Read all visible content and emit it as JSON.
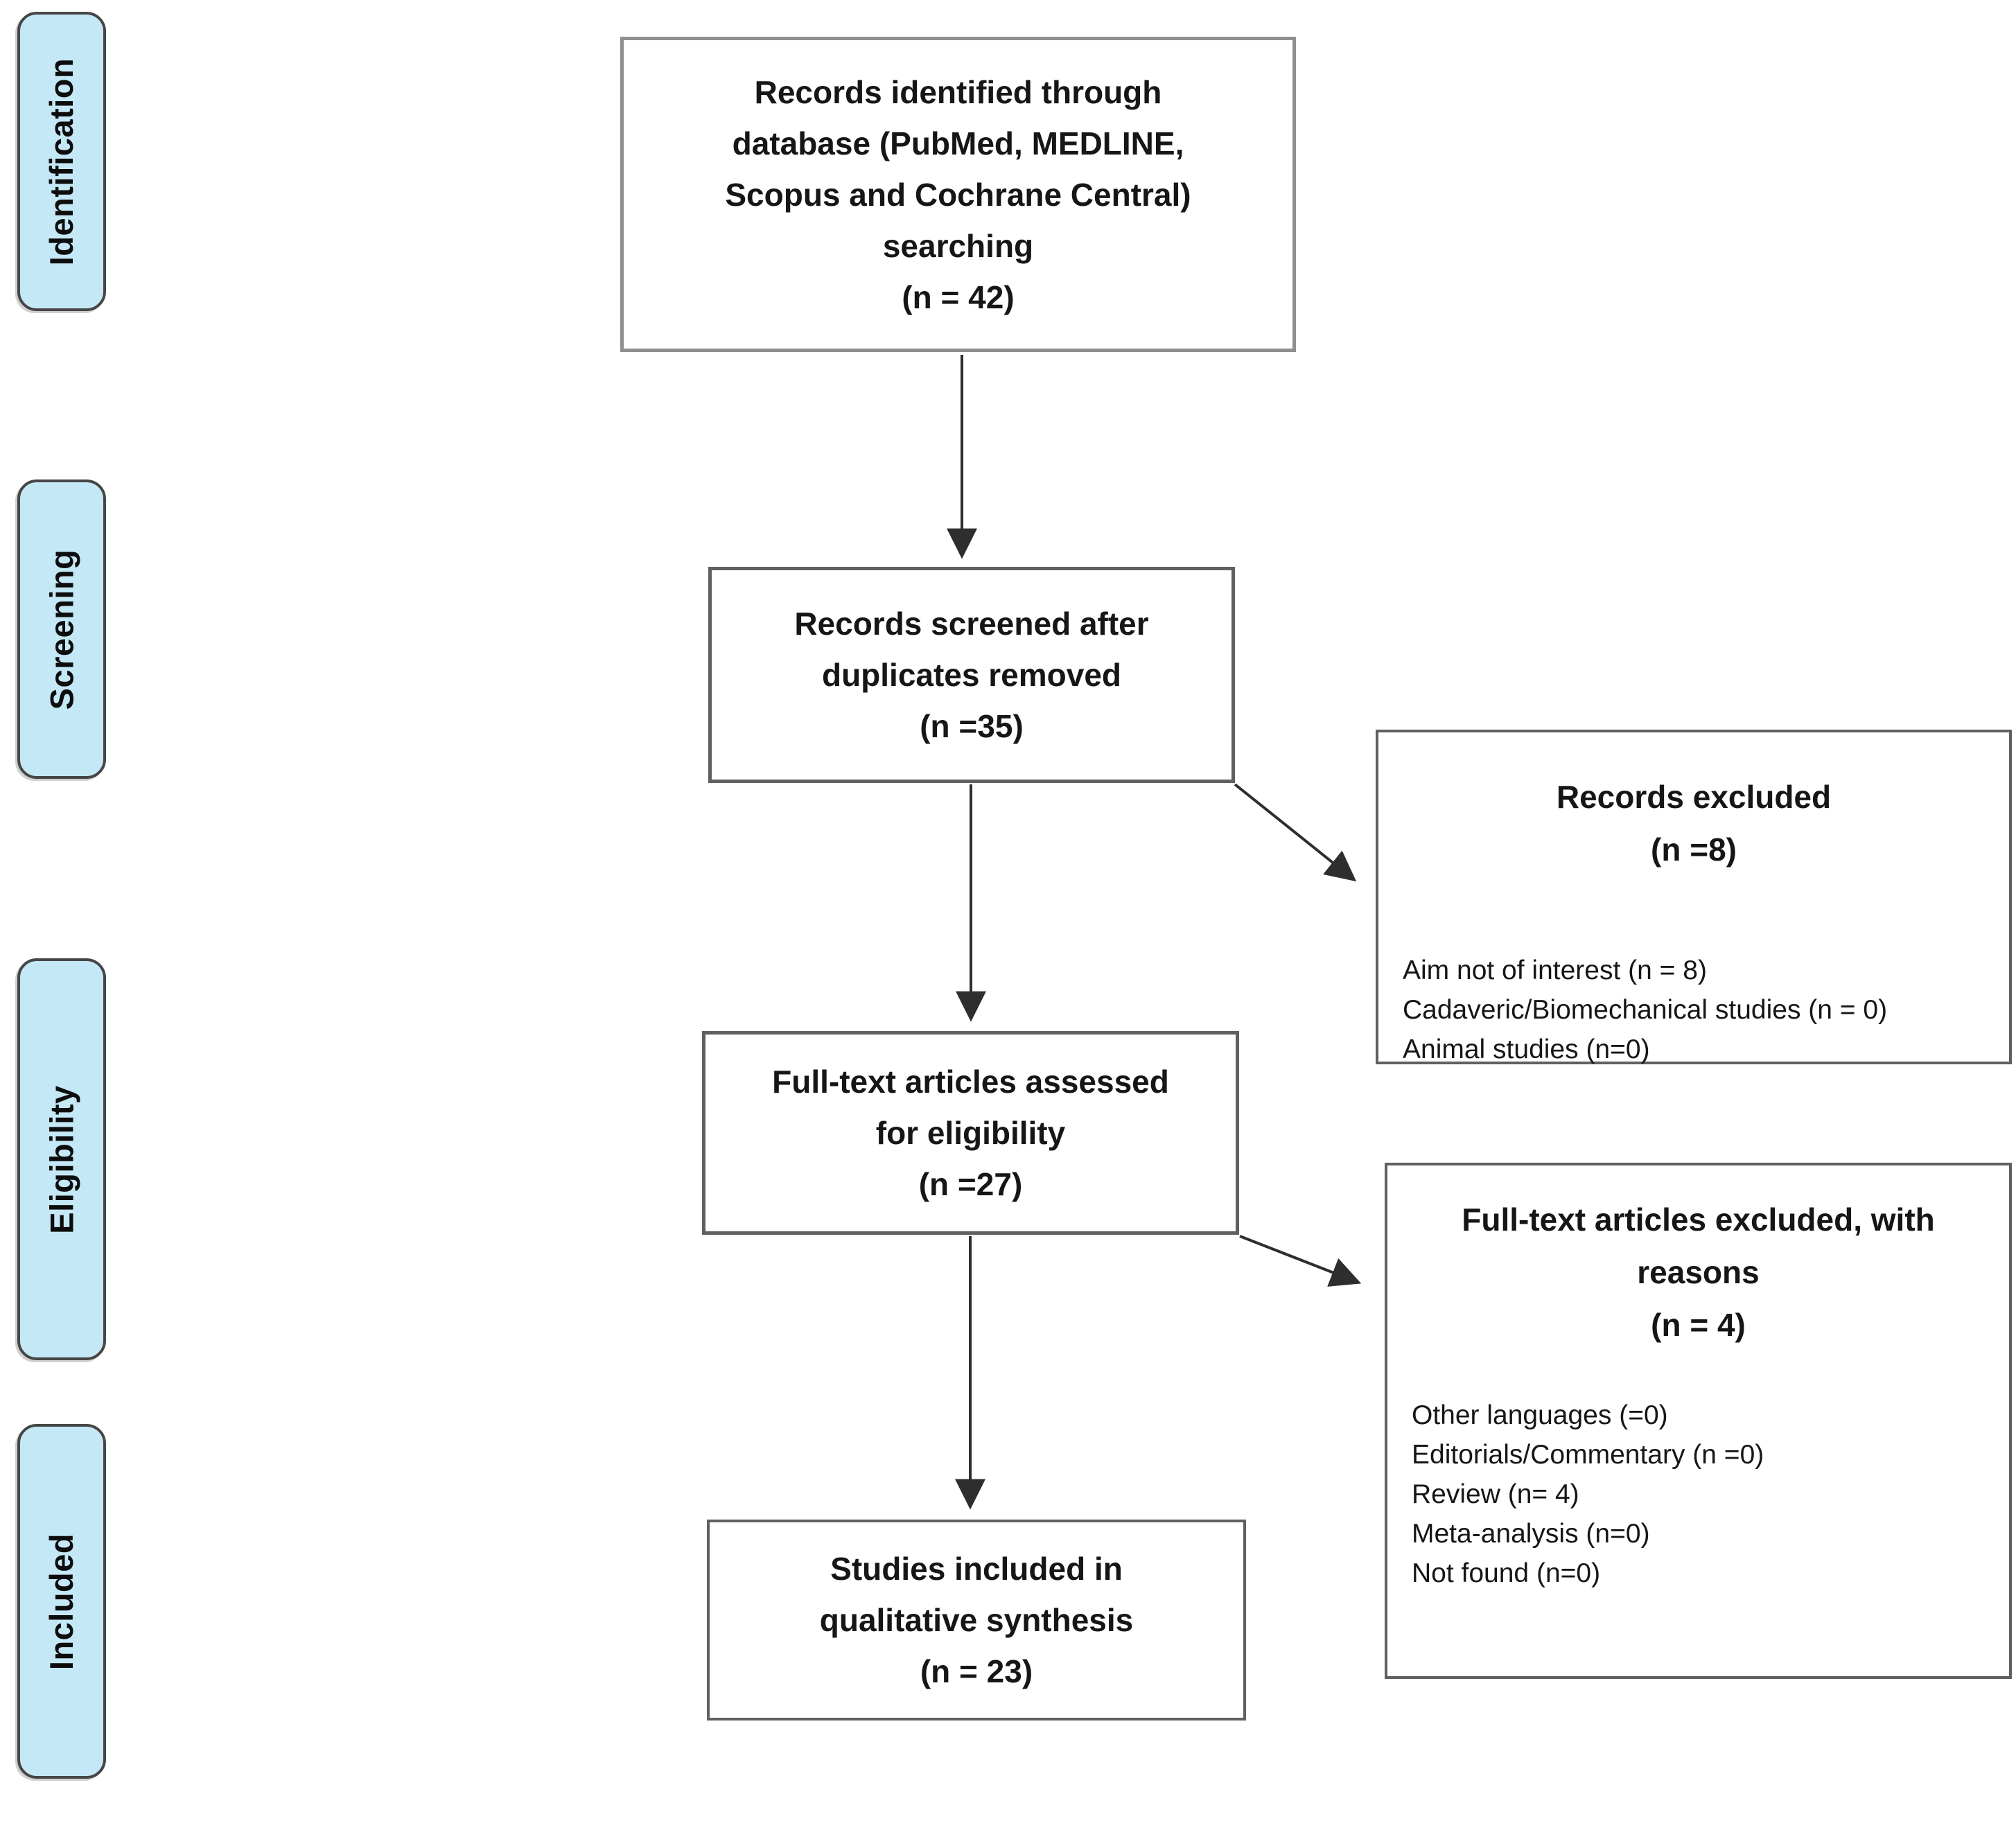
{
  "stages": [
    "Identification",
    "Screening",
    "Eligibility",
    "Included"
  ],
  "main_flow": [
    {
      "name": "records-identified",
      "lines": [
        "Records identified through",
        "database (PubMed, MEDLINE,",
        "Scopus and Cochrane Central)",
        "searching",
        "(n = 42)"
      ],
      "count": 42
    },
    {
      "name": "records-screened",
      "lines": [
        "Records screened after",
        "duplicates removed",
        "(n =35)"
      ],
      "count": 35
    },
    {
      "name": "fulltext-assessed",
      "lines": [
        "Full-text articles assessed",
        "for eligibility",
        "(n =27)"
      ],
      "count": 27
    },
    {
      "name": "studies-included",
      "lines": [
        "Studies included in",
        "qualitative synthesis",
        "(n = 23)"
      ],
      "count": 23
    }
  ],
  "exclusions": [
    {
      "name": "records-excluded",
      "title_lines": [
        "Records excluded",
        "(n =8)"
      ],
      "count": 8,
      "reasons": [
        "Aim not of interest (n = 8)",
        "Cadaveric/Biomechanical studies (n = 0)",
        "Animal studies (n=0)"
      ]
    },
    {
      "name": "fulltext-excluded",
      "title_lines": [
        "Full-text articles excluded, with",
        "reasons",
        "(n = 4)"
      ],
      "count": 4,
      "reasons": [
        "Other languages (=0)",
        "Editorials/Commentary (n =0)",
        "Review (n= 4)",
        "Meta-analysis (n=0)",
        "Not found (n=0)"
      ]
    }
  ],
  "colors": {
    "stage_fill": "#c5e8f7",
    "stage_border": "#464646",
    "box_border": "#606060",
    "box1_border": "#8f8f8f",
    "arrow": "#2e2e2e",
    "text": "#161616",
    "background": "#ffffff"
  }
}
